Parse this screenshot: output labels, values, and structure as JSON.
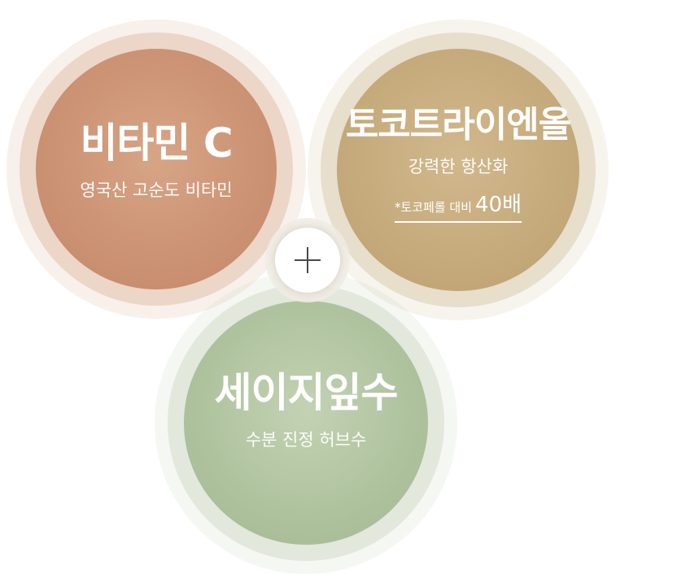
{
  "ingredients": {
    "vitamin_c": {
      "title": "비타민 C",
      "subtitle": "영국산 고순도 비타민",
      "color": "#cc9374"
    },
    "tocotrienol": {
      "title": "토코트라이엔올",
      "subtitle": "강력한 항산화",
      "note_prefix": "*토코페롤 대비",
      "note_value": "40배",
      "color": "#c6ab7c"
    },
    "sage": {
      "title": "세이지잎수",
      "subtitle": "수분 진정 허브수",
      "color": "#b0c39f"
    }
  },
  "connector": {
    "icon": "plus-icon"
  }
}
